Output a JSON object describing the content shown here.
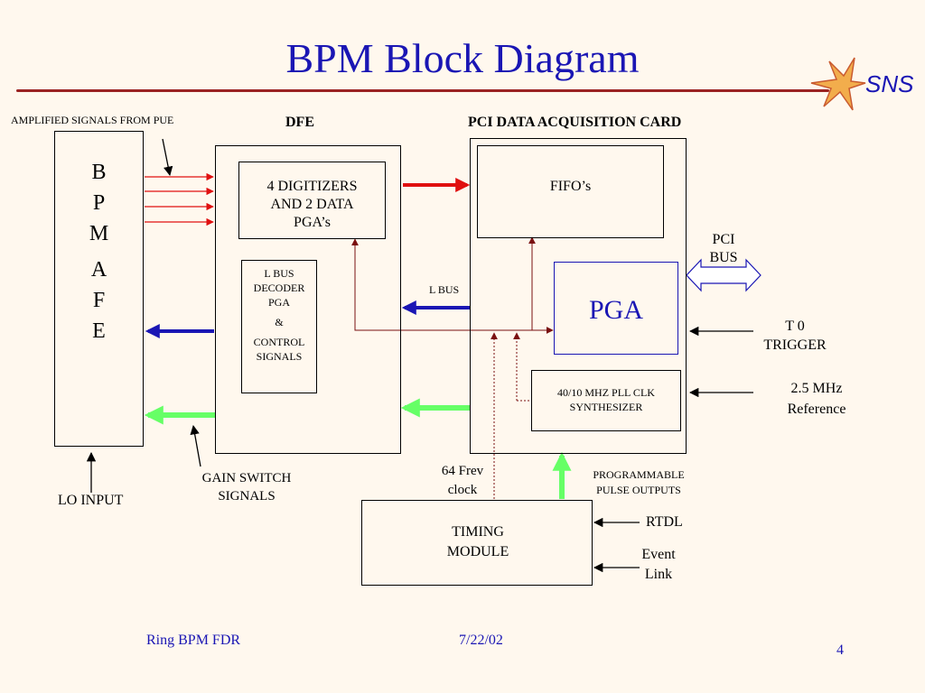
{
  "slide": {
    "title": "BPM Block Diagram",
    "logo_text": "SNS",
    "footer_left": "Ring BPM FDR",
    "footer_center": "7/22/02",
    "page_number": "4"
  },
  "labels": {
    "amplified_signals": "AMPLIFIED SIGNALS FROM  PUE",
    "dfe": "DFE",
    "pci_card": "PCI DATA ACQUISITION CARD",
    "afe_line1": "B",
    "afe_line2": "P",
    "afe_line3": "M",
    "afe_line4": "A",
    "afe_line5": "F",
    "afe_line6": "E",
    "digitizers_line1": "4 DIGITIZERS",
    "digitizers_line2": "AND 2  DATA",
    "digitizers_line3": "PGA’s",
    "lbus_dec_line1": "L BUS",
    "lbus_dec_line2": "DECODER",
    "lbus_dec_line3": "PGA",
    "lbus_dec_line4": "&",
    "lbus_dec_line5": "CONTROL",
    "lbus_dec_line6": "SIGNALS",
    "lbus": "L BUS",
    "fifo": "FIFO’s",
    "pga": "PGA",
    "pci_bus_line1": "PCI",
    "pci_bus_line2": "BUS",
    "t0_line1": "T 0",
    "t0_line2": "TRIGGER",
    "ref_line1": "2.5 MHz",
    "ref_line2": "Reference",
    "pll_line1": "40/10 MHZ PLL CLK",
    "pll_line2": "SYNTHESIZER",
    "gain_line1": "GAIN SWITCH",
    "gain_line2": "SIGNALS",
    "lo_input": "LO INPUT",
    "frev_line1": "64 Frev",
    "frev_line2": "clock",
    "prog_line1": "PROGRAMMABLE",
    "prog_line2": "PULSE OUTPUTS",
    "timing_line1": "TIMING",
    "timing_line2": "MODULE",
    "rtdl": "RTDL",
    "event_line1": "Event",
    "event_line2": "Link"
  },
  "colors": {
    "title": "#1a16b4",
    "rule": "#9b2222",
    "red_arrow": "#e01010",
    "blue_arrow": "#1a16b4",
    "green_arrow": "#66ff66",
    "dark_red_wire": "#7a1010",
    "background": "#fff8ee"
  }
}
